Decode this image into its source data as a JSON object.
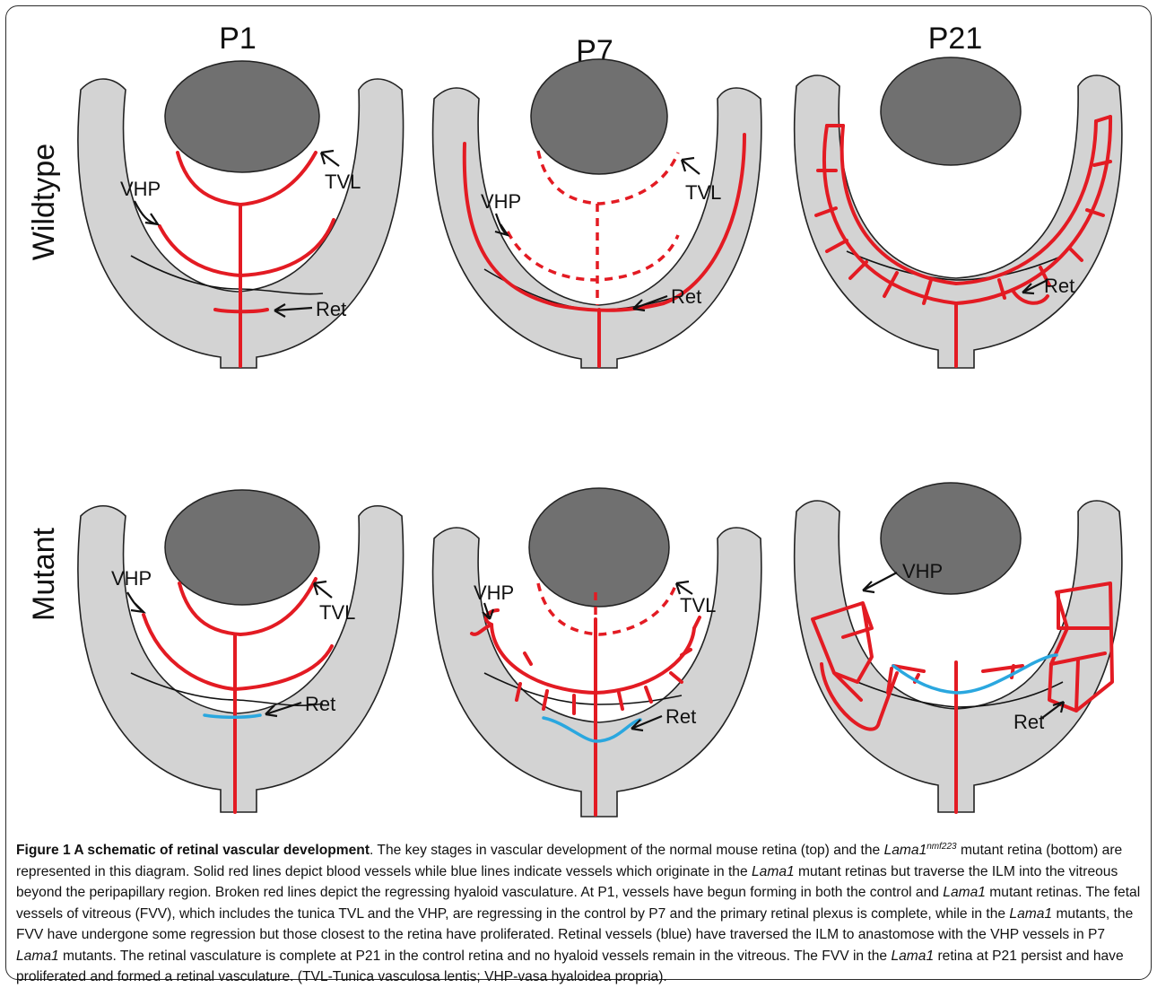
{
  "columns": [
    "P1",
    "P7",
    "P21"
  ],
  "rows": [
    "Wildtype",
    "Mutant"
  ],
  "annotations": {
    "vhp": "VHP",
    "tvl": "TVL",
    "ret": "Ret"
  },
  "colors": {
    "vessel": "#e31b23",
    "traversing_vessel": "#2aa7df",
    "lens": "#707070",
    "eyecup": "#d3d3d3"
  },
  "caption": {
    "title": "Figure 1 A schematic of retinal vascular development",
    "s1": ". The key stages in vascular development of the normal mouse retina (top) and the ",
    "lama1": "Lama1",
    "sup": "nmf223",
    "s2": " mutant retina (bottom) are represented in this diagram. Solid red lines depict blood vessels while blue lines indicate vessels which originate in the ",
    "s3": " mutant retinas but traverse the ILM into the vitreous beyond the peripapillary region. Broken red lines depict the regressing hyaloid vasculature. At P1, vessels have begun forming in both the control and ",
    "s4": " mutant retinas. The fetal vessels of vitreous (FVV), which includes the tunica TVL and the VHP, are regressing in the control by P7 and the primary retinal plexus is complete, while in the ",
    "s5": " mutants, the FVV have undergone some regression but those closest to the retina have proliferated. Retinal vessels (blue) have traversed the ILM to anastomose with the VHP vessels in P7 ",
    "s6": " mutants. The retinal vasculature is complete at P21 in the control retina and no hyaloid vessels remain in the vitreous. The FVV in the ",
    "s7": " retina at P21 persist and have proliferated and formed a retinal vasculature. (TVL-Tunica vasculosa lentis; VHP-vasa hyaloidea propria)."
  }
}
